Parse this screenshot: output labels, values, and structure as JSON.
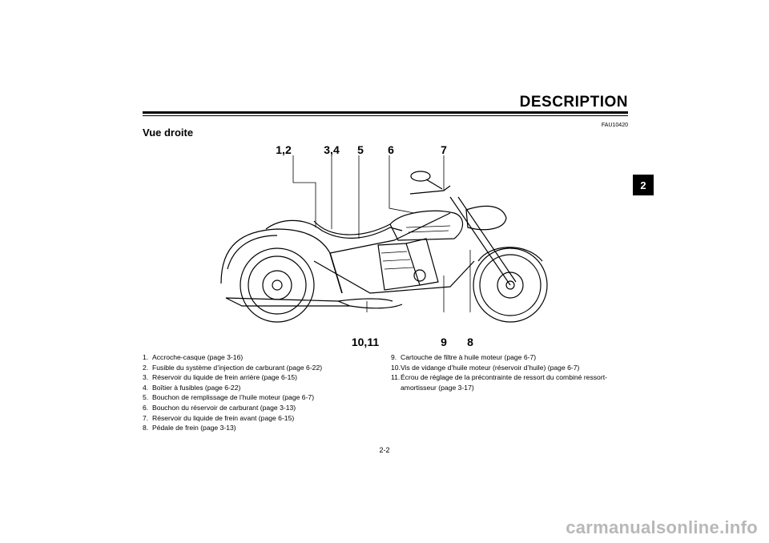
{
  "header": {
    "title": "DESCRIPTION",
    "chapter_tab": "2",
    "code": "FAU10420"
  },
  "section": {
    "title": "Vue droite"
  },
  "figure": {
    "callouts_top": [
      "1,2",
      "3,4",
      "5",
      "6",
      "7"
    ],
    "callouts_bottom": [
      "10,11",
      "9",
      "8"
    ]
  },
  "list_left": [
    {
      "num": "1.",
      "text": "Accroche-casque (page 3-16)"
    },
    {
      "num": "2.",
      "text": "Fusible du système d’injection de carburant (page 6-22)"
    },
    {
      "num": "3.",
      "text": "Réservoir du liquide de frein arrière (page 6-15)"
    },
    {
      "num": "4.",
      "text": "Boîtier à fusibles (page 6-22)"
    },
    {
      "num": "5.",
      "text": "Bouchon de remplissage de l’huile moteur (page 6-7)"
    },
    {
      "num": "6.",
      "text": "Bouchon du réservoir de carburant (page 3-13)"
    },
    {
      "num": "7.",
      "text": "Réservoir du liquide de frein avant (page 6-15)"
    },
    {
      "num": "8.",
      "text": "Pédale de frein (page 3-13)"
    }
  ],
  "list_right": [
    {
      "num": "9.",
      "text": "Cartouche de filtre à huile moteur (page 6-7)"
    },
    {
      "num": "10.",
      "text": "Vis de vidange d’huile moteur (réservoir d’huile) (page 6-7)"
    },
    {
      "num": "11.",
      "text": "Écrou de réglage de la précontrainte de ressort du combiné ressort-amortisseur (page 3-17)"
    }
  ],
  "footer": {
    "page_number": "2-2",
    "watermark": "carmanualsonline.info"
  }
}
